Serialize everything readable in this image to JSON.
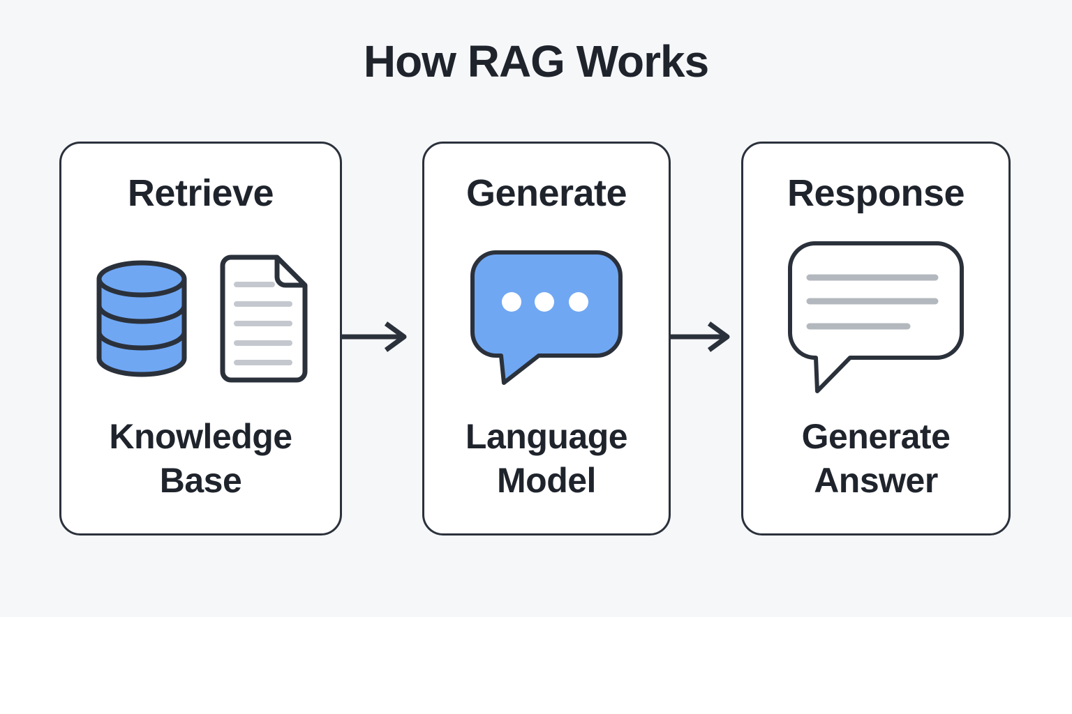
{
  "title": "How RAG Works",
  "steps": [
    {
      "heading": "Retrieve",
      "label_lines": [
        "Knowledge",
        "Base"
      ],
      "icons": [
        "database-icon",
        "document-icon"
      ]
    },
    {
      "heading": "Generate",
      "label_lines": [
        "Language",
        "Model"
      ],
      "icons": [
        "chat-bubble-icon"
      ]
    },
    {
      "heading": "Response",
      "label_lines": [
        "Generate",
        "Answer"
      ],
      "icons": [
        "speech-bubble-text-icon"
      ]
    }
  ],
  "connectors": [
    {
      "name": "arrow-retrieve-to-generate",
      "direction": "right"
    },
    {
      "name": "arrow-generate-to-response",
      "direction": "right"
    }
  ],
  "colors": {
    "page_top_bg": "#f6f7f9",
    "page_bottom_bg": "#ffffff",
    "card_bg": "#ffffff",
    "outline": "#2b313b",
    "text": "#1f242c",
    "accent_blue": "#6fa7f3",
    "doc_line_gray": "#c4c8ce",
    "bubble_line_gray": "#b3b8bf",
    "dot_white": "#ffffff"
  }
}
